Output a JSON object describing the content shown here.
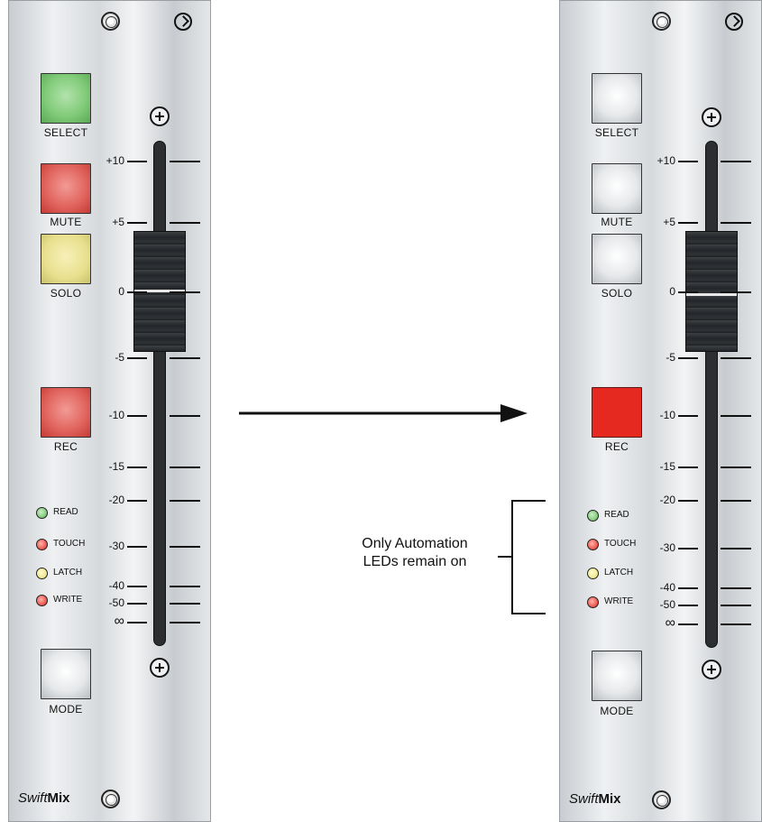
{
  "diagram": {
    "annotation": [
      "Only Automation",
      "LEDs remain on"
    ],
    "panels": [
      {
        "state": "before",
        "buttons": [
          {
            "label": "SELECT",
            "color": "#82cc7a"
          },
          {
            "label": "MUTE",
            "color": "#e26660"
          },
          {
            "label": "SOLO",
            "color": "#e8e08e"
          },
          {
            "label": "REC",
            "color": "#e26660"
          },
          {
            "label": "MODE",
            "color": "#e6e8ea"
          }
        ],
        "leds": [
          {
            "label": "READ",
            "color": "green"
          },
          {
            "label": "TOUCH",
            "color": "red"
          },
          {
            "label": "LATCH",
            "color": "yellow"
          },
          {
            "label": "WRITE",
            "color": "red"
          }
        ]
      },
      {
        "state": "after",
        "buttons": [
          {
            "label": "SELECT",
            "color": "#e6e8ea"
          },
          {
            "label": "MUTE",
            "color": "#e6e8ea"
          },
          {
            "label": "SOLO",
            "color": "#e6e8ea"
          },
          {
            "label": "REC",
            "color": "#e52820"
          },
          {
            "label": "MODE",
            "color": "#e6e8ea"
          }
        ],
        "leds": [
          {
            "label": "READ",
            "color": "green"
          },
          {
            "label": "TOUCH",
            "color": "red"
          },
          {
            "label": "LATCH",
            "color": "yellow"
          },
          {
            "label": "WRITE",
            "color": "red"
          }
        ]
      }
    ],
    "fader_scale": [
      "+10",
      "+5",
      "0",
      "-5",
      "-10",
      "-15",
      "-20",
      "-30",
      "-40",
      "-50",
      "∞"
    ],
    "brand": {
      "part1": "Swift",
      "part2": "Mix"
    }
  }
}
